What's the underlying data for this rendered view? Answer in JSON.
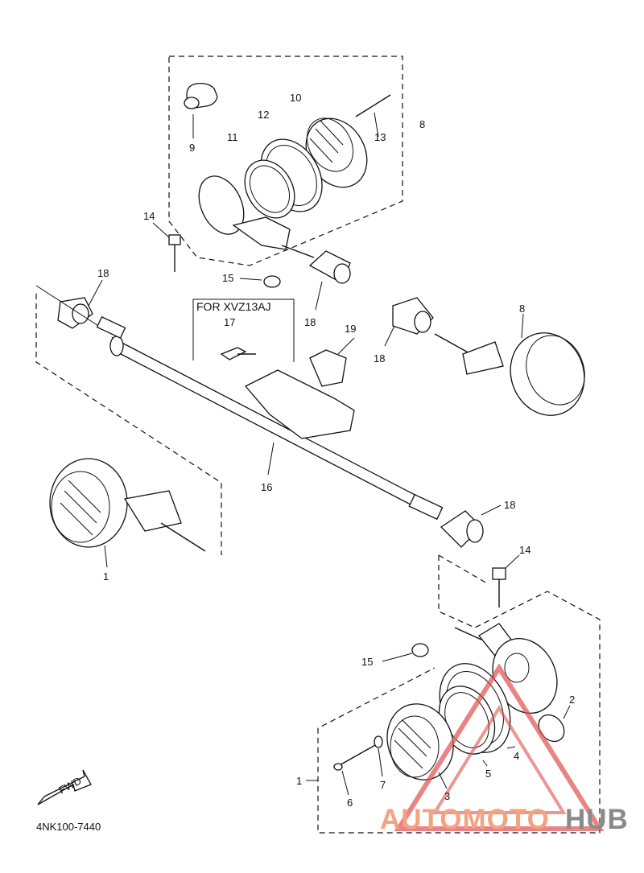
{
  "diagram": {
    "labels": {
      "p1_left": "1",
      "p1_lower": "1",
      "p2": "2",
      "p3": "3",
      "p4": "4",
      "p5": "5",
      "p6": "6",
      "p7": "7",
      "p8_top": "8",
      "p8_right": "8",
      "p9": "9",
      "p10": "10",
      "p11": "11",
      "p12": "12",
      "p13": "13",
      "p14_top": "14",
      "p14_right": "14",
      "p15_top": "15",
      "p15_lower": "15",
      "p16": "16",
      "p17": "17",
      "p18_a": "18",
      "p18_b": "18",
      "p18_c": "18",
      "p18_d": "18",
      "p19": "19"
    },
    "note": "FOR XVZ13AJ",
    "fwd_label": "FWD",
    "drawing_code": "4NK100-7440"
  },
  "watermark": {
    "part1": "AUTOMOTO",
    "part2": "HUB",
    "color_primary": "#f4a37f",
    "color_secondary": "#8a8a8a",
    "triangle_color": "#e05050"
  }
}
